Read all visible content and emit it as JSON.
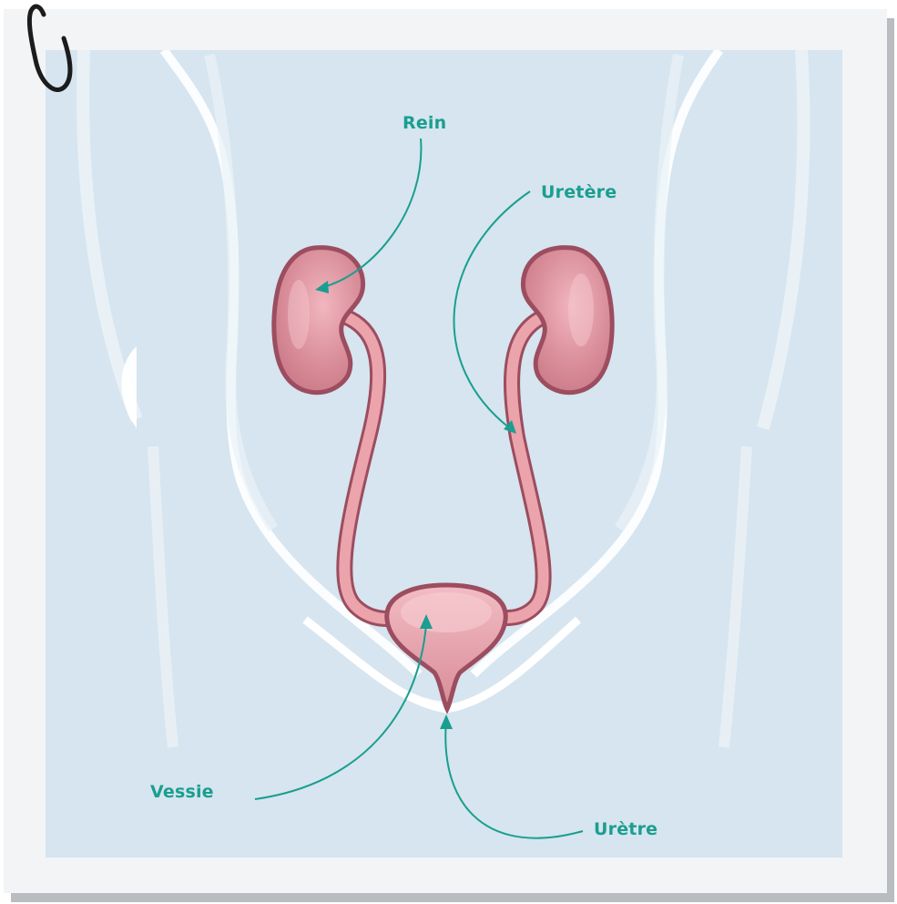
{
  "labels": {
    "kidney": "Rein",
    "ureter": "Uretère",
    "bladder": "Vessie",
    "urethra": "Urètre"
  },
  "colors": {
    "label_teal": "#1a9e8f",
    "organ_pink": "#d7838f",
    "organ_outline": "#9c4d5f",
    "background_blue": "#d6e5ef"
  },
  "icons": {
    "paper_clip": "paper-clip-icon"
  }
}
